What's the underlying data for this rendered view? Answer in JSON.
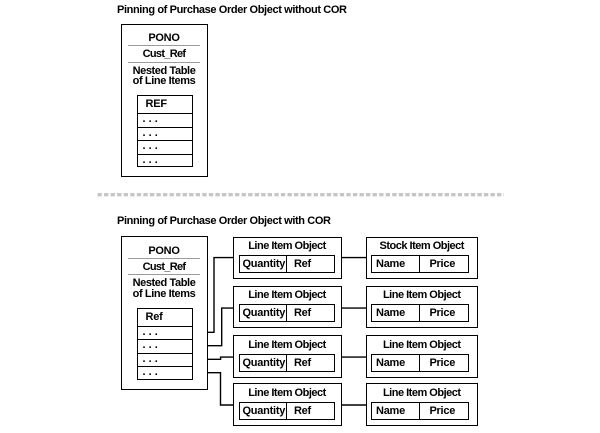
{
  "colors": {
    "line": "#000000",
    "divider": "#9b9b9b",
    "dash": "#c6c6c6",
    "background": "#ffffff",
    "text": "#000000"
  },
  "top_section": {
    "title": "Pinning of Purchase Order Object without COR",
    "po_box": {
      "header": "PONO",
      "field": "Cust_Ref",
      "note_line1": "Nested Table",
      "note_line2": "of Line Items",
      "ref_table": {
        "header": "REF",
        "rows": [
          "...",
          "...",
          "...",
          "..."
        ]
      }
    }
  },
  "bottom_section": {
    "title": "Pinning of Purchase Order Object with COR",
    "po_box": {
      "header": "PONO",
      "field": "Cust_Ref",
      "note_line1": "Nested Table",
      "note_line2": "of Line Items",
      "ref_table": {
        "header": "Ref",
        "rows": [
          "...",
          "...",
          "...",
          "..."
        ]
      }
    },
    "line_item_boxes": [
      {
        "title": "Line Item Object",
        "cells": [
          "Quantity",
          "Ref"
        ]
      },
      {
        "title": "Line Item Object",
        "cells": [
          "Quantity",
          "Ref"
        ]
      },
      {
        "title": "Line Item Object",
        "cells": [
          "Quantity",
          "Ref"
        ]
      },
      {
        "title": "Line Item Object",
        "cells": [
          "Quantity",
          "Ref"
        ]
      }
    ],
    "item_boxes": [
      {
        "title": "Stock Item Object",
        "cells": [
          "Name",
          "Price"
        ]
      },
      {
        "title": "Line Item Object",
        "cells": [
          "Name",
          "Price"
        ]
      },
      {
        "title": "Line Item Object",
        "cells": [
          "Name",
          "Price"
        ]
      },
      {
        "title": "Line Item Object",
        "cells": [
          "Name",
          "Price"
        ]
      }
    ]
  }
}
